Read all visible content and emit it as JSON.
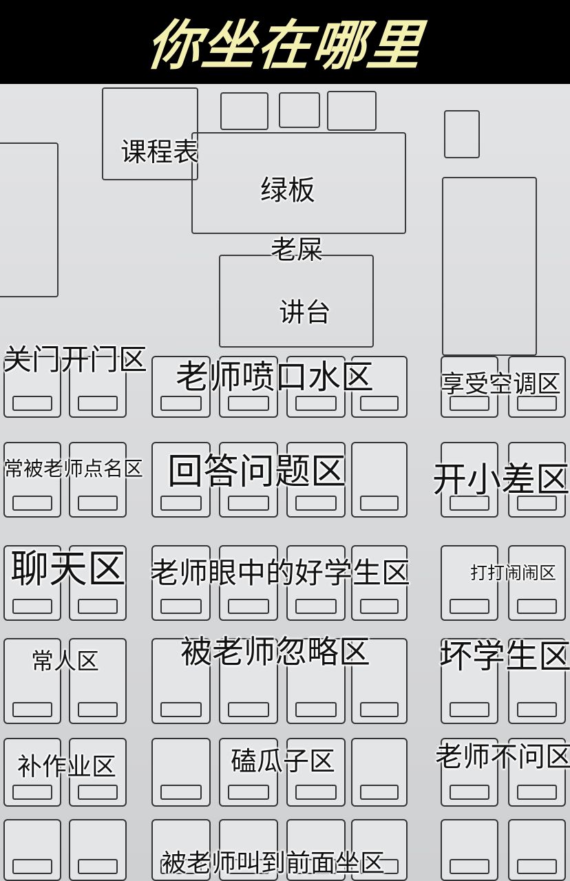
{
  "title": "你坐在哪里",
  "labels": {
    "schedule": "课程表",
    "blackboard": "绿板",
    "screen": "老屎",
    "podium": "讲台",
    "door": "关门开门区",
    "spit": "老师喷口水区",
    "aircon": "享受空调区",
    "rollcall": "常被老师点名区",
    "answer": "回答问题区",
    "daydream": "开小差区",
    "chat": "聊天区",
    "good": "老师眼中的好学生区",
    "play": "打打闹闹区",
    "normal": "常人区",
    "ignored": "被老师忽略区",
    "bad": "坏学生区",
    "homework": "补作业区",
    "seeds": "磕瓜子区",
    "unasked": "老师不问区",
    "front": "被老师叫到前面坐区"
  }
}
